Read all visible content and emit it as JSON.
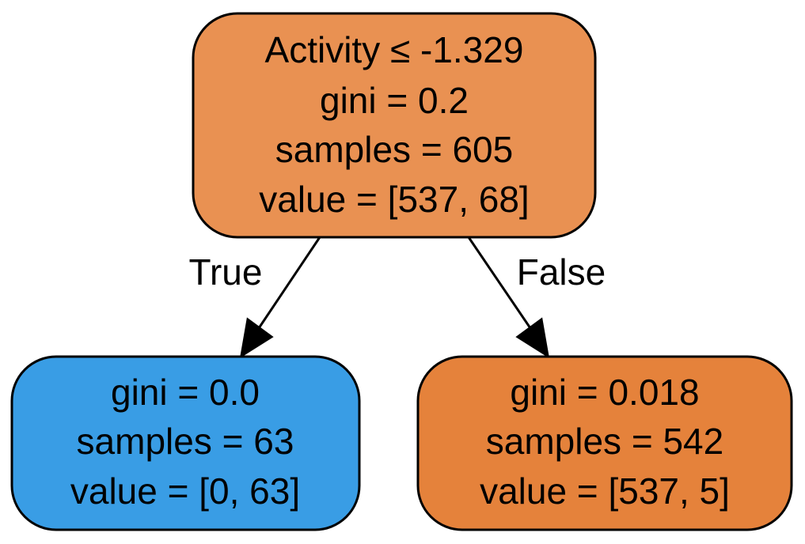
{
  "tree": {
    "root": {
      "lines": [
        "Activity ≤ -1.329",
        "gini = 0.2",
        "samples = 605",
        "value = [537, 68]"
      ],
      "fill": "#e99152"
    },
    "left": {
      "lines": [
        "gini = 0.0",
        "samples = 63",
        "value = [0, 63]"
      ],
      "fill": "#399de5"
    },
    "right": {
      "lines": [
        "gini = 0.018",
        "samples = 542",
        "value = [537, 5]"
      ],
      "fill": "#e5823b"
    },
    "edges": {
      "true_label": "True",
      "false_label": "False"
    }
  }
}
